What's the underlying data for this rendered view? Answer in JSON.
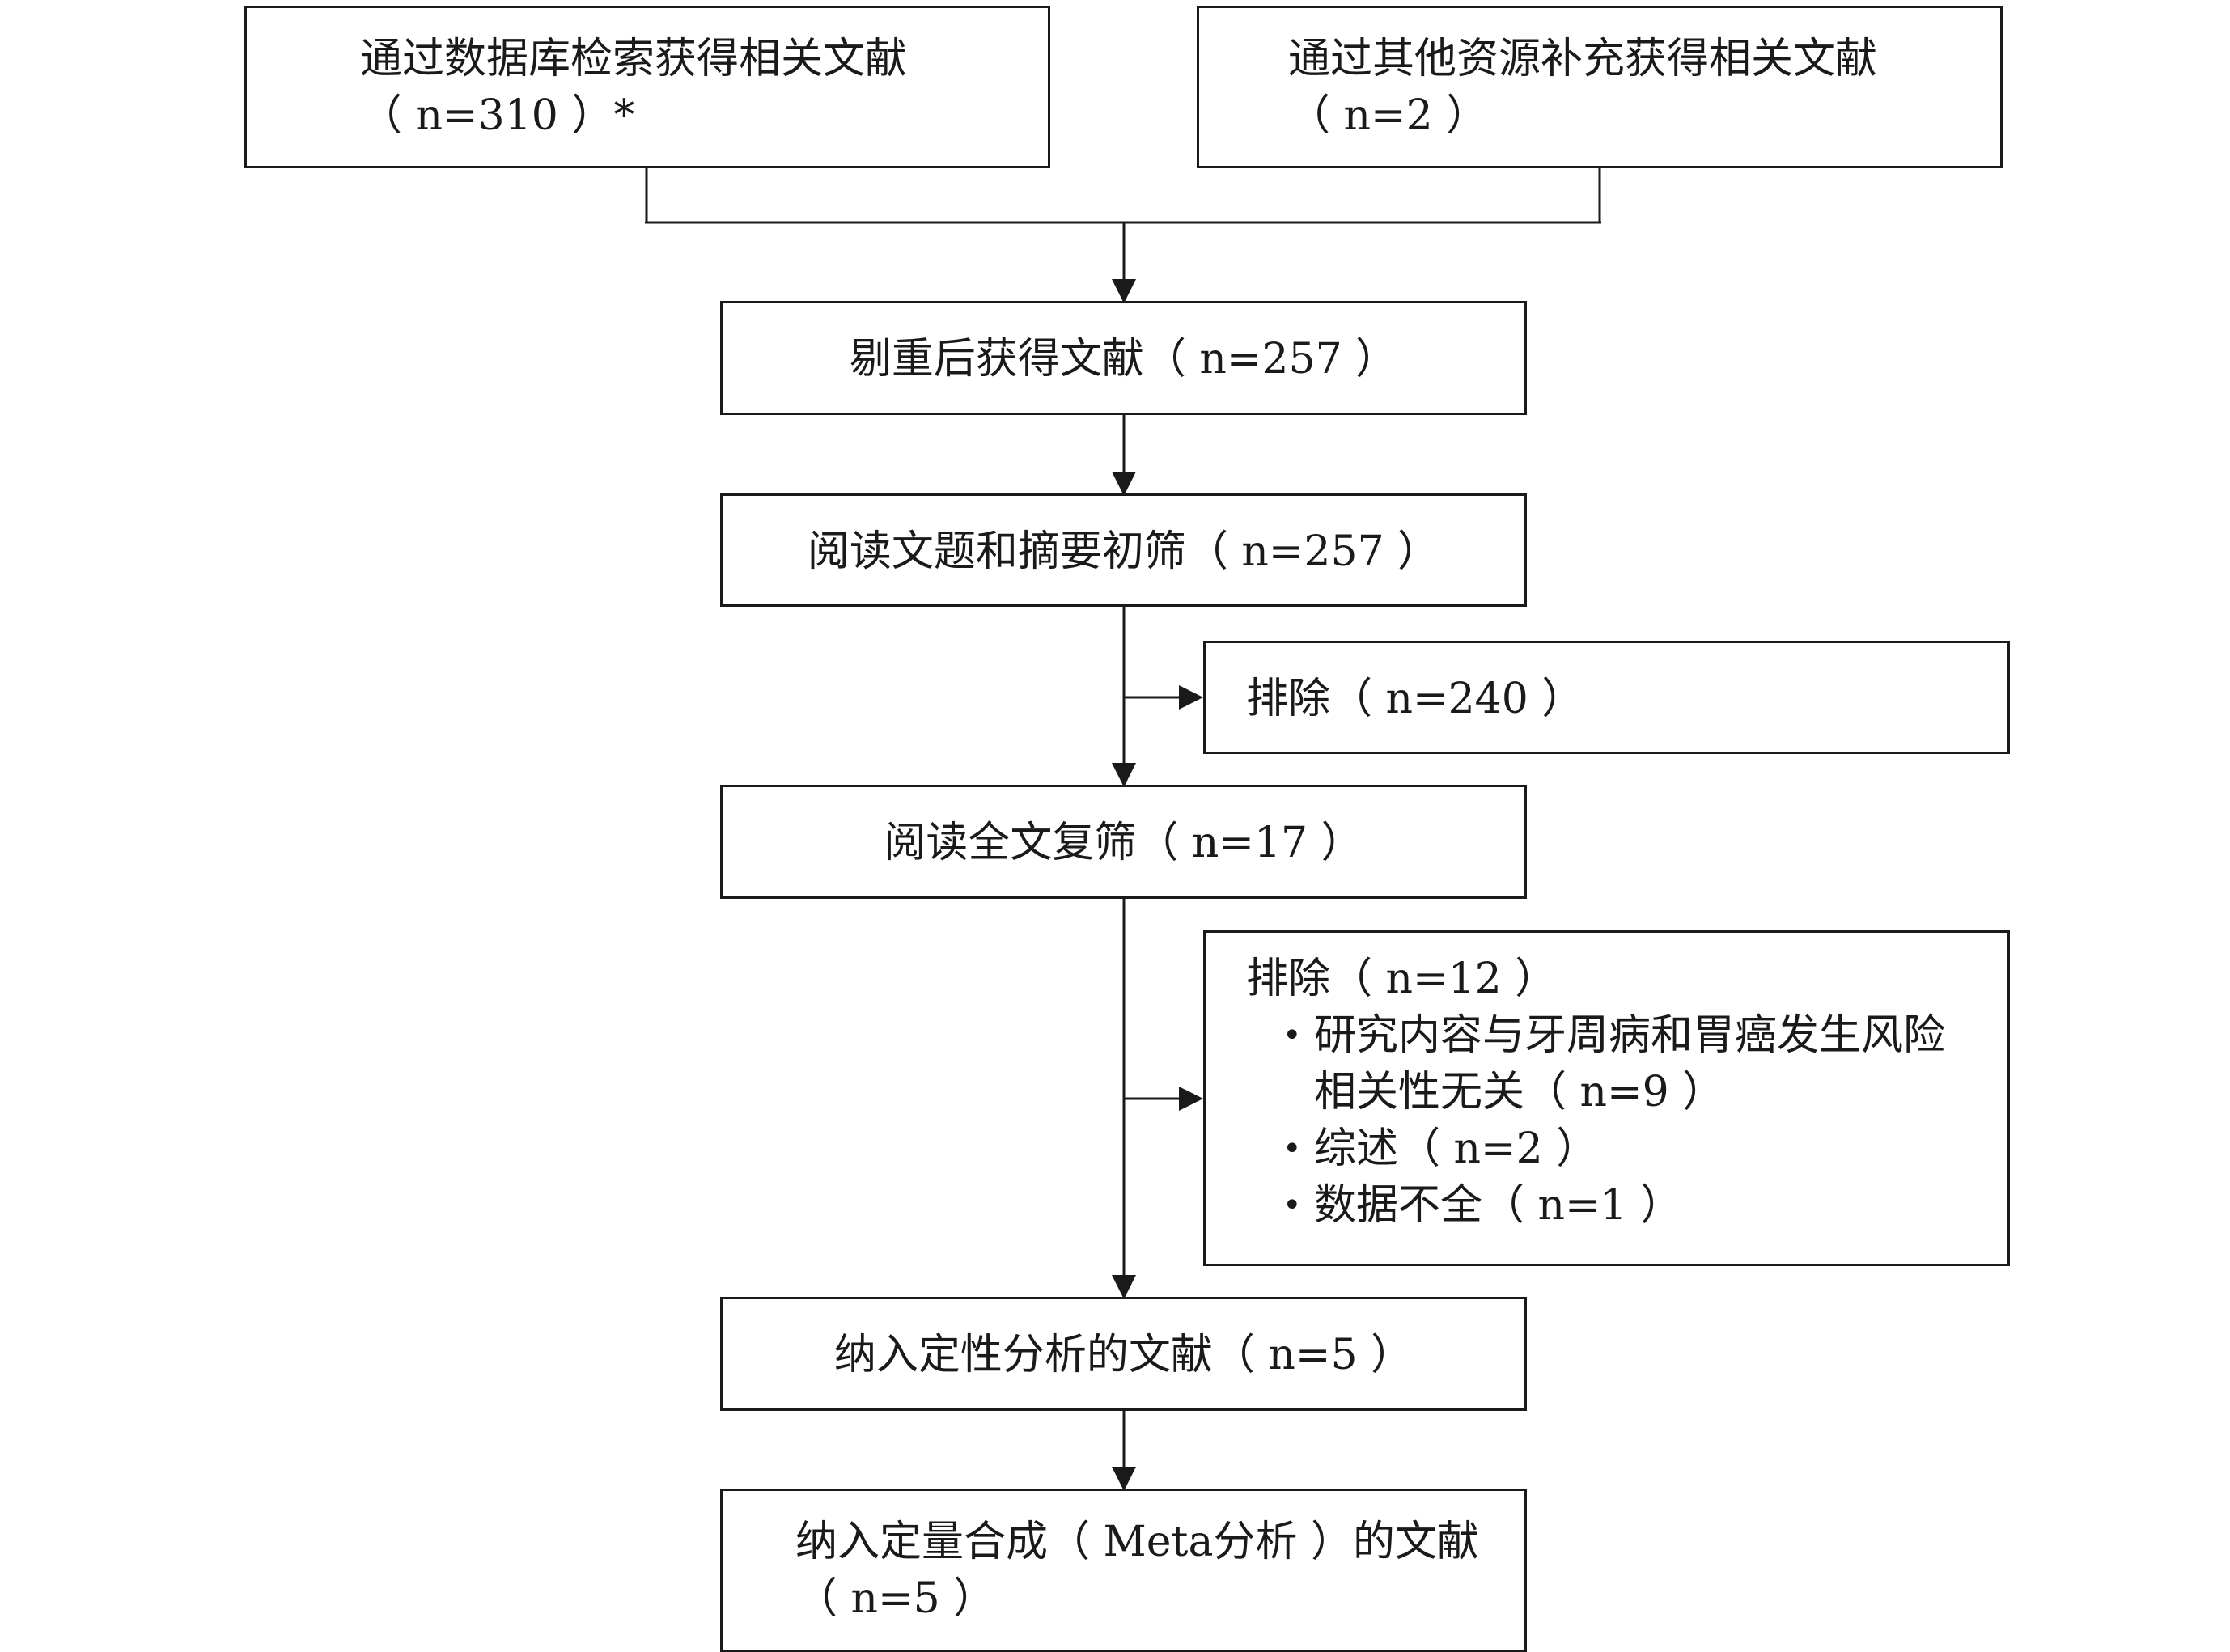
{
  "flow": {
    "src_db": {
      "line1": "通过数据库检索获得相关文献",
      "line2": "（ n=310 ）*"
    },
    "src_other": {
      "line1": "通过其他资源补充获得相关文献",
      "line2": "（ n=2 ）"
    },
    "dedup": {
      "text": "剔重后获得文献（ n=257 ）"
    },
    "screen_title": {
      "text": "阅读文题和摘要初筛（ n=257 ）"
    },
    "exclude_1": {
      "text": "排除（ n=240 ）"
    },
    "fulltext": {
      "text": "阅读全文复筛（ n=17 ）"
    },
    "exclude_2": {
      "title": "排除（ n=12 ）",
      "reasons": [
        {
          "line1": "研究内容与牙周病和胃癌发生风险",
          "line2": "相关性无关（ n=9 ）"
        },
        {
          "line1": "综述（ n=2 ）"
        },
        {
          "line1": "数据不全（ n=1 ）"
        }
      ]
    },
    "qualitative": {
      "text": "纳入定性分析的文献（ n=5 ）"
    },
    "quantitative": {
      "line1": "纳入定量合成（ Meta分析 ）的文献",
      "line2": "（ n=5 ）"
    }
  }
}
